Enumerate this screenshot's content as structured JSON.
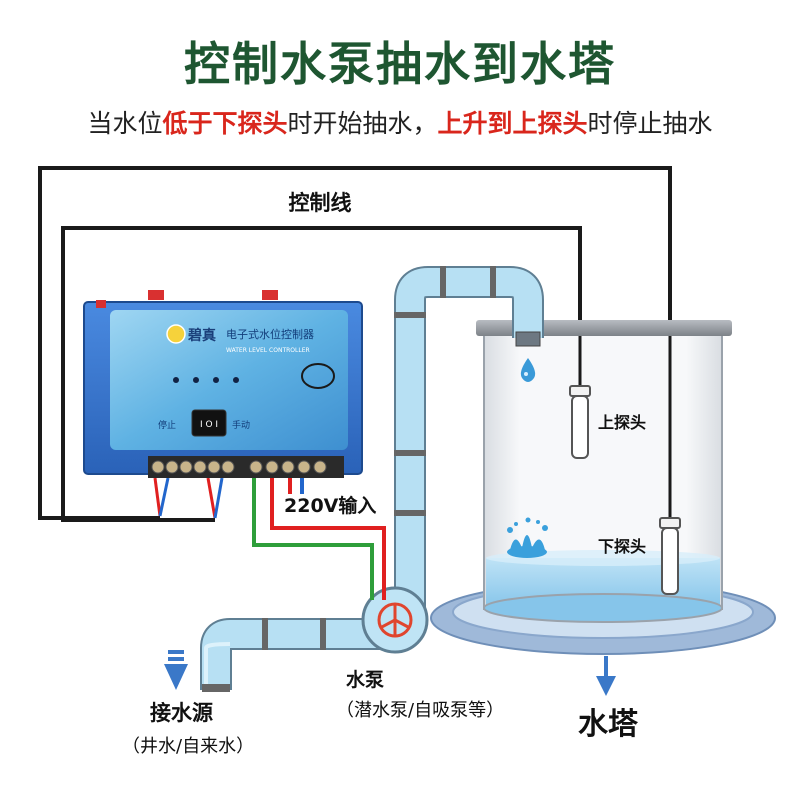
{
  "title": "控制水泵抽水到水塔",
  "subtitle": {
    "part1": "当水位",
    "highlight1": "低于下探头",
    "part2": "时开始抽水，",
    "highlight2": "上升到上探头",
    "part3": "时停止抽水"
  },
  "labels": {
    "control_line": "控制线",
    "input_220v": "220V输入",
    "upper_probe": "上探头",
    "lower_probe": "下探头",
    "pump": "水泵",
    "pump_types": "（潜水泵/自吸泵等）",
    "water_source": "接水源",
    "water_source_types": "（井水/自来水）",
    "water_tower": "水塔"
  },
  "controller": {
    "brand": "碧真",
    "name_cn": "电子式水位控制器",
    "name_en": "WATER LEVEL CONTROLLER",
    "stop_label": "停止",
    "manual_label": "手动",
    "switch_label": "I O I"
  },
  "colors": {
    "title": "#1e5631",
    "highlight": "#d9261c",
    "pipe": "#a8d8ee",
    "controller": "#2f6fc4",
    "wire_red": "#e02020",
    "wire_green": "#2e9e3a"
  }
}
